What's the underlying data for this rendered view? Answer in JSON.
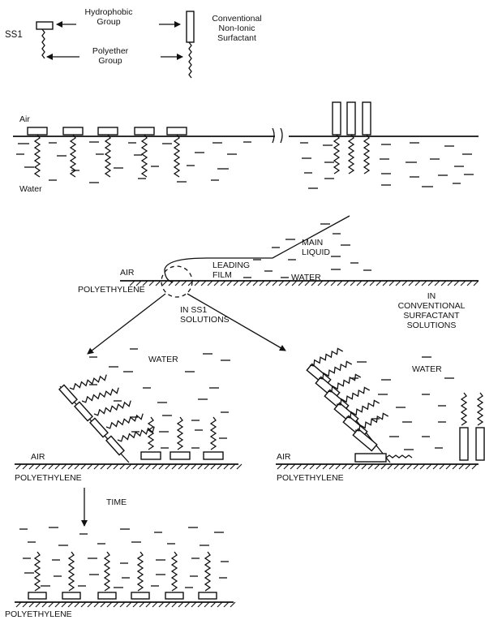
{
  "legend": {
    "hydrophobic_group": "Hydrophobic\nGroup",
    "polyether_group": "Polyether\nGroup",
    "ss1": "SS1",
    "conventional": "Conventional\nNon-Ionic\nSurfactant"
  },
  "interface_panel": {
    "air": "Air",
    "water": "Water"
  },
  "spreading": {
    "main_liquid": "MAIN\nLIQUID",
    "leading_film": "LEADING\nFILM",
    "water": "WATER",
    "air": "AIR",
    "polyethylene": "POLYETHYLENE"
  },
  "ss1_panel": {
    "caption": "IN SS1\nSOLUTIONS",
    "water": "WATER",
    "air": "AIR",
    "polyethylene": "POLYETHYLENE"
  },
  "conventional_panel": {
    "caption": "IN\nCONVENTIONAL\nSURFACTANT\nSOLUTIONS",
    "water": "WATER",
    "air": "AIR",
    "polyethylene": "POLYETHYLENE"
  },
  "time_panel": {
    "time": "TIME",
    "polyethylene": "POLYETHYLENE"
  }
}
